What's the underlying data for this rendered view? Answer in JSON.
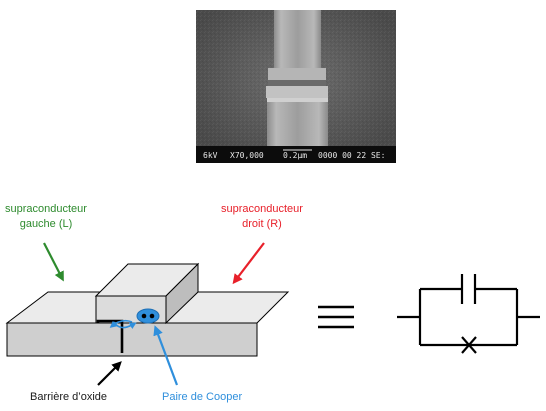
{
  "sem_image": {
    "info_bar": {
      "voltage": "6kV",
      "magnification": "X70,000",
      "scale": "0.2μm",
      "codes": "0000 00 22 SE:"
    }
  },
  "labels": {
    "left_electrode": {
      "line1": "supraconducteur",
      "line2": "gauche (L)",
      "color": "#2e8b2e"
    },
    "right_electrode": {
      "line1": "supraconducteur",
      "line2": "droit (R)",
      "color": "#e8202a"
    },
    "oxide_barrier": {
      "text": "Barrière d’oxide",
      "color": "#1a1a1a"
    },
    "cooper_pair": {
      "text": "Paire de Cooper",
      "color": "#2f8fdc"
    }
  },
  "equivalence_symbol": "≡",
  "circuit": {
    "elements": [
      "capacitor-icon",
      "josephson-junction-cross-icon"
    ]
  }
}
